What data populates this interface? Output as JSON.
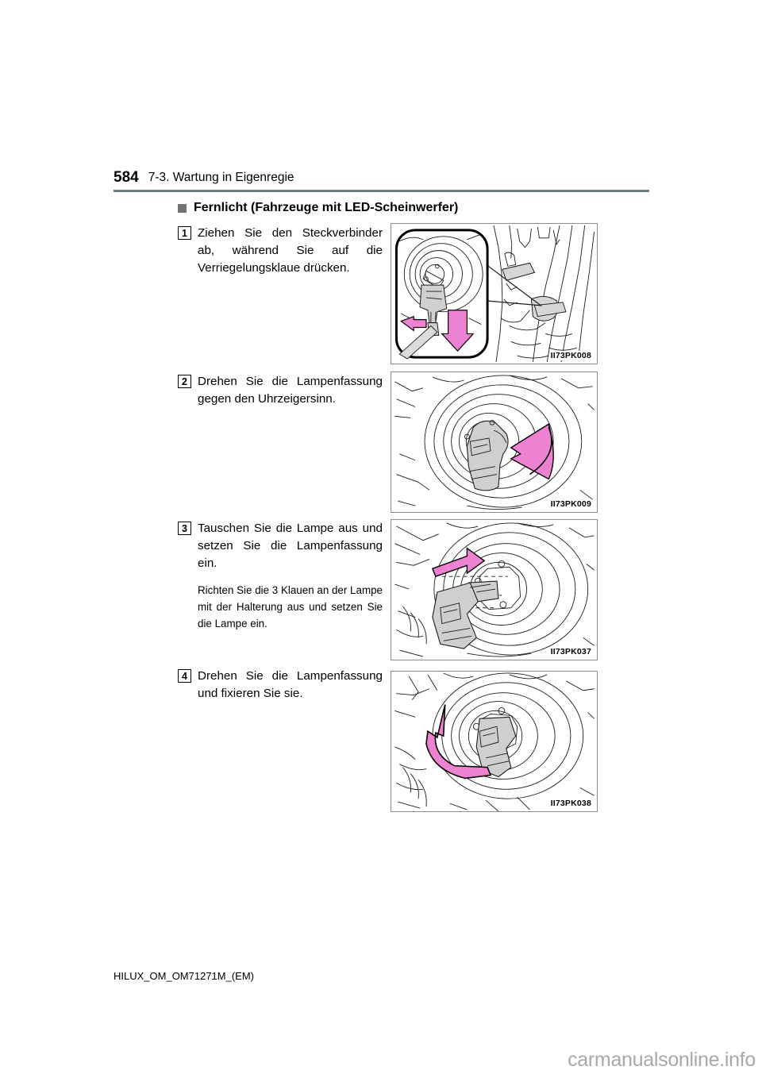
{
  "document": {
    "page_number": "584",
    "header_title": "7-3. Wartung in Eigenregie",
    "footer_code": "HILUX_OM_OM71271M_(EM)",
    "watermark": "carmanualsonline.info",
    "rule_color": "#6d8085",
    "bullet_color": "#737373",
    "arrow_color": "#ee82d2"
  },
  "section": {
    "bullet": "filled-square",
    "title": "Fernlicht (Fahrzeuge mit LED-Scheinwerfer)"
  },
  "steps": [
    {
      "number": "1",
      "text": "Ziehen Sie den Steckverbinder ab, während Sie auf die Verriegelungsklaue drücken.",
      "note": "",
      "figure_code": "II73PK008"
    },
    {
      "number": "2",
      "text": "Drehen Sie die Lampenfassung gegen den Uhrzeigersinn.",
      "note": "",
      "figure_code": "II73PK009"
    },
    {
      "number": "3",
      "text": "Tauschen Sie die Lampe aus und setzen Sie die Lampenfassung ein.",
      "note": "Richten Sie die 3 Klauen an der Lampe mit der Halterung aus und setzen Sie die Lampe ein.",
      "figure_code": "II73PK037"
    },
    {
      "number": "4",
      "text": "Drehen Sie die Lampenfassung und fixieren Sie sie.",
      "note": "",
      "figure_code": "II73PK038"
    }
  ]
}
